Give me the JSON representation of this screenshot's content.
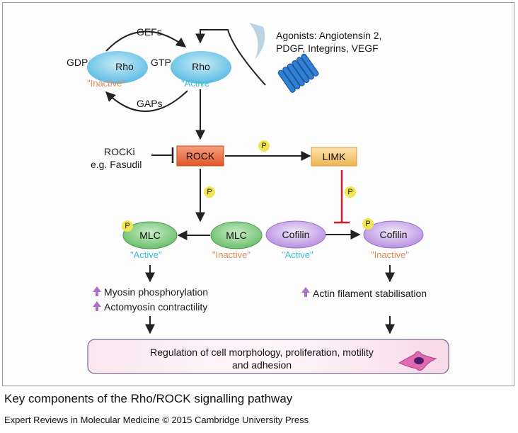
{
  "nodes": {
    "rho_inactive": {
      "label": "Rho",
      "state": "\"Inactive\""
    },
    "rho_active": {
      "label": "Rho",
      "state": "\"Active\""
    },
    "rock": {
      "label": "ROCK"
    },
    "limk": {
      "label": "LIMK"
    },
    "mlc_active": {
      "label": "MLC",
      "state": "\"Active\""
    },
    "mlc_inactive": {
      "label": "MLC",
      "state": "\"Inactive\""
    },
    "cofilin_active": {
      "label": "Cofilin",
      "state": "\"Active\""
    },
    "cofilin_inactive": {
      "label": "Cofilin",
      "state": "\"Inactive\""
    }
  },
  "labels": {
    "gefs": "GEFs",
    "gaps": "GAPs",
    "gdp": "GDP",
    "gtp": "GTP",
    "agonists_line1": "Agonists: Angiotensin 2,",
    "agonists_line2": "PDGF, Integrins, VEGF",
    "rocki_line1": "ROCKi",
    "rocki_line2": "e.g. Fasudil",
    "phospho": "P"
  },
  "effects": {
    "myosin": "Myosin phosphorylation",
    "actomyosin": "Actomyosin contractility",
    "actin": "Actin filament stabilisation"
  },
  "outcome": {
    "line1": "Regulation of cell morphology, proliferation, motility",
    "line2": "and adhesion"
  },
  "caption": {
    "title": "Key components of the Rho/ROCK signalling pathway",
    "credit": "Expert Reviews in Molecular Medicine © 2015 Cambridge University Press"
  },
  "colors": {
    "rho": "#6cc7e8",
    "rock": "#ef6a3a",
    "limk": "#f3c36a",
    "mlc": "#79c779",
    "cofilin": "#c9a8e8",
    "inhibit": "#cc1f2a",
    "up_arrow": "#b070c8"
  }
}
